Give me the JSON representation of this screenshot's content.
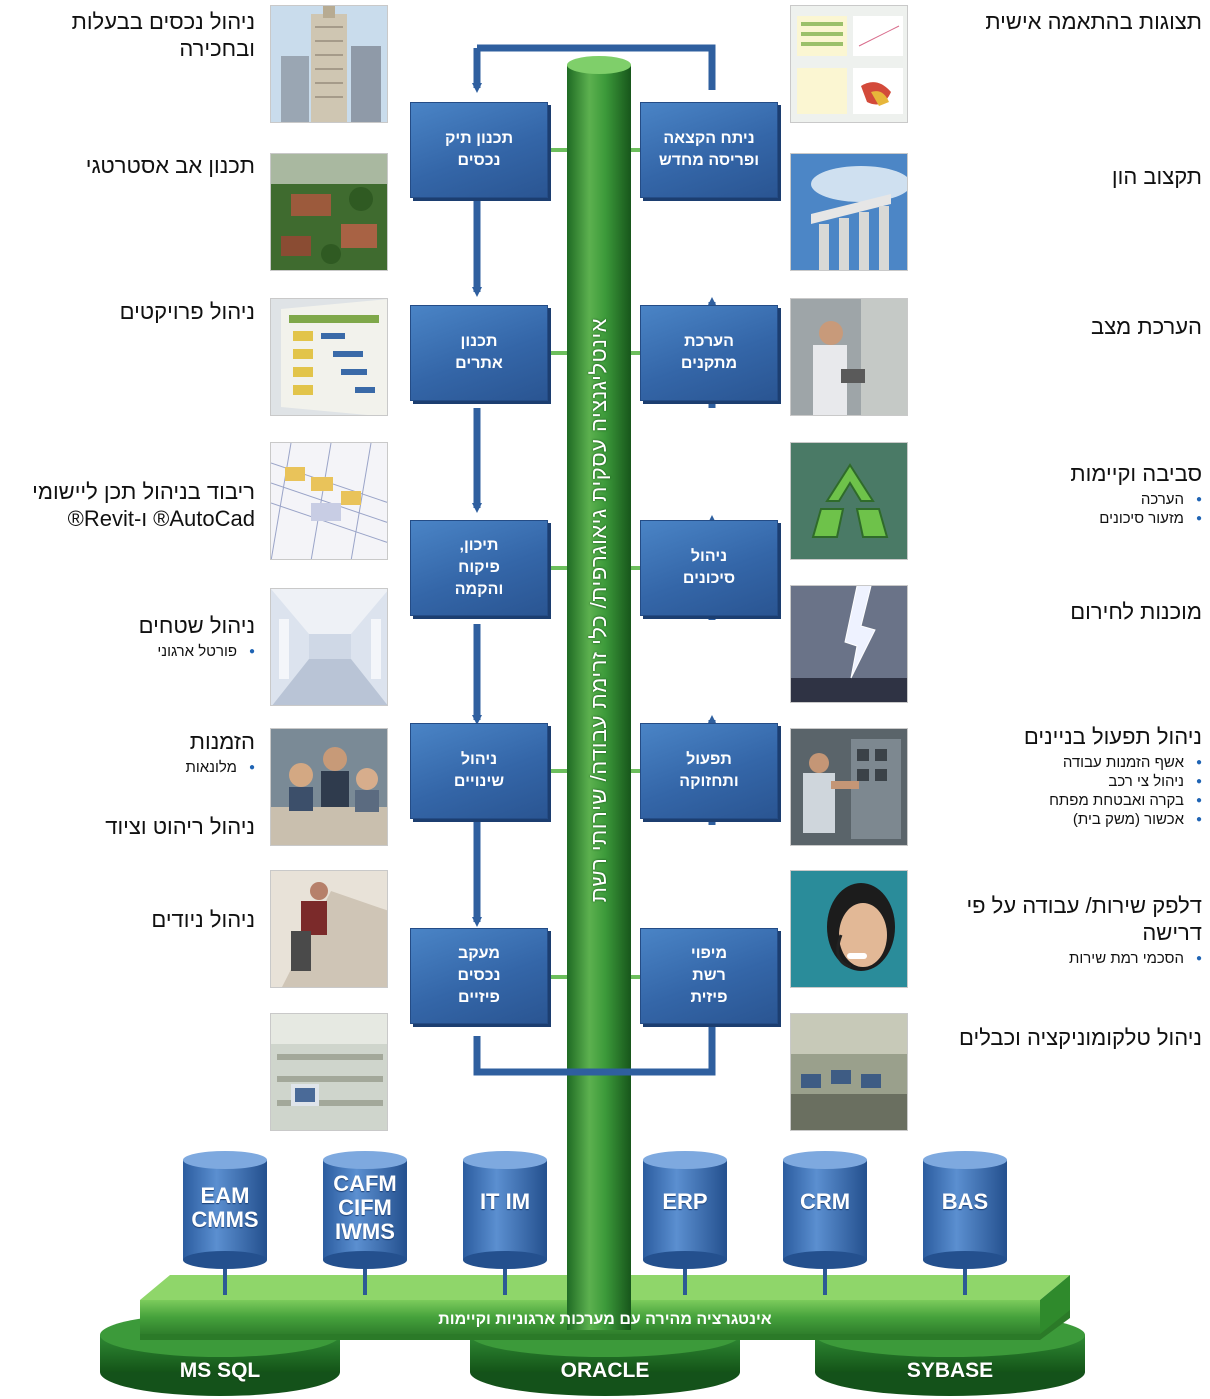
{
  "left_items": [
    {
      "title": "ניהול נכסים בבעלות ובחכירה",
      "bullets": []
    },
    {
      "title": "תכנון אב אסטרטגי",
      "bullets": []
    },
    {
      "title": "ניהול פרויקטים",
      "bullets": []
    },
    {
      "title": "ריבוד בניהול תכן ליישומי AutoCad® ו-Revit®",
      "bullets": []
    },
    {
      "title": "ניהול שטחים",
      "bullets": [
        "פורטל ארגוני"
      ]
    },
    {
      "title": "הזמנות",
      "bullets": [
        "מלונאות"
      ]
    },
    {
      "title": "ניהול ניודים",
      "bullets": []
    },
    {
      "title": "ניהול ריהוט וציוד",
      "bullets": []
    }
  ],
  "right_items": [
    {
      "title": "תצוגות בהתאמה אישית",
      "bullets": []
    },
    {
      "title": "תקצוב הון",
      "bullets": []
    },
    {
      "title": "הערכת מצב",
      "bullets": []
    },
    {
      "title": "סביבה וקיימות",
      "bullets": [
        "הערכה",
        "מזעור סיכונים"
      ]
    },
    {
      "title": "מוכנות לחירום",
      "bullets": []
    },
    {
      "title": "ניהול תפעול בניינים",
      "bullets": [
        "אשף הזמנות עבודה",
        "ניהול צי רכב",
        "בקרה ואבטחת מפתח",
        "אכשור (משק בית)"
      ]
    },
    {
      "title": "דלפק שירות/ עבודה על פי דרישה",
      "bullets": [
        "הסכמי רמת שירות"
      ]
    },
    {
      "title": "ניהול טלקומוניקציה וכבלים",
      "bullets": []
    }
  ],
  "process_left": [
    "תכנון תיק\nנכסים",
    "תכנון\nאתרים",
    "תיכון,\nפיקוח\nוהקמה",
    "ניהול\nשינויים",
    "מעקב\nנכסים\nפיזיים"
  ],
  "process_right": [
    "ניתח הקצאה\nופריסה מחדש",
    "הערכת\nמתקנים",
    "ניהול\nסיכונים",
    "תפעול\nותחזוקה",
    "מיפוי\nרשת\nפיזית"
  ],
  "pillar_label": "אינטליגנציה עסקית גיאוגרפית/ כלי זרימת עבודה/ שירותי רשת",
  "databases": [
    "EAM\nCMMS",
    "CAFM\nCIFM\nIWMS",
    "IT IM",
    "ERP",
    "CRM",
    "BAS"
  ],
  "platform_label": "אינטגרציה מהירה עם מערכות ארגוניות וקיימות",
  "base_databases": [
    "MS SQL",
    "ORACLE",
    "SYBASE"
  ],
  "colors": {
    "box_blue": "#3466a8",
    "arrow_blue": "#2f5f9f",
    "pillar_green": "#2f8a35",
    "platform_green": "#4cab3e",
    "cylinder_blue": "#3c70b4"
  }
}
